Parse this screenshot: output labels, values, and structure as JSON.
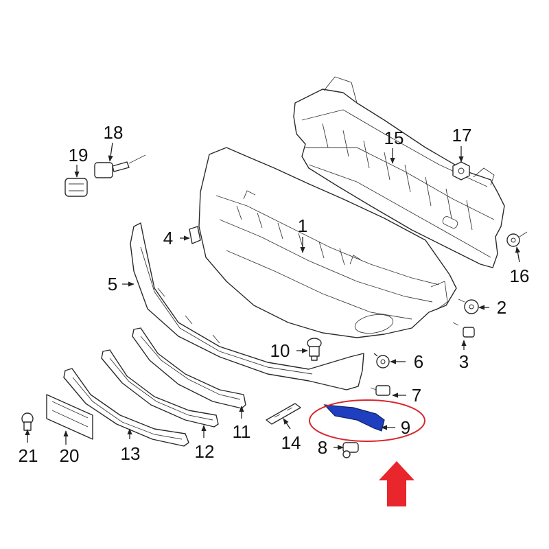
{
  "diagram": {
    "labels": {
      "p1": "1",
      "p2": "2",
      "p3": "3",
      "p4": "4",
      "p5": "5",
      "p6": "6",
      "p7": "7",
      "p8": "8",
      "p9": "9",
      "p10": "10",
      "p11": "11",
      "p12": "12",
      "p13": "13",
      "p14": "14",
      "p15": "15",
      "p16": "16",
      "p17": "17",
      "p18": "18",
      "p19": "19",
      "p20": "20",
      "p21": "21"
    },
    "colors": {
      "line": "#2a2a2a",
      "highlight_part": "#1f3fbf",
      "highlight_ring": "#d9262c",
      "arrow": "#e8262c"
    },
    "highlighted_part": "9"
  }
}
